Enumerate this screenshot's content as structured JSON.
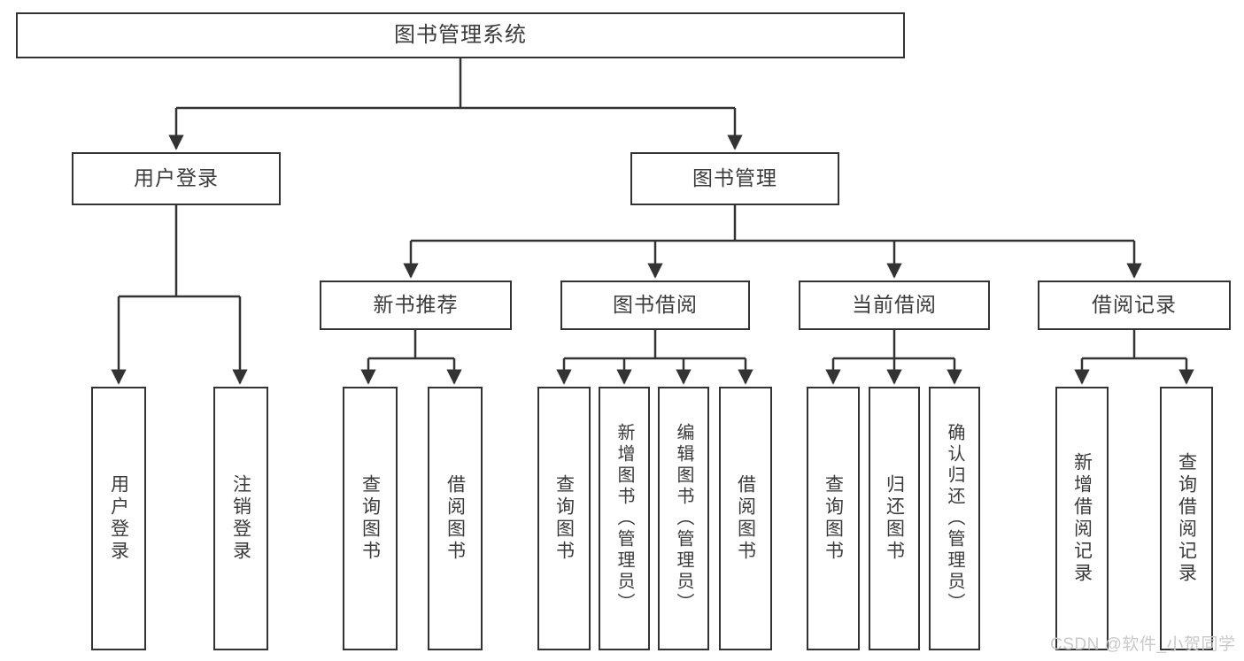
{
  "diagram": {
    "title": "图书管理系统",
    "type": "hierarchy-tree",
    "levels": 4,
    "stroke_color": "#333333",
    "text_color": "#3b3b3b",
    "background_color": "#ffffff"
  },
  "nodes": {
    "root": {
      "label": "图书管理系统"
    },
    "level2": [
      {
        "id": "user-login",
        "label": "用户登录"
      },
      {
        "id": "book-management",
        "label": "图书管理"
      }
    ],
    "level3": [
      {
        "id": "new-book-recommend",
        "label": "新书推荐"
      },
      {
        "id": "book-borrow",
        "label": "图书借阅"
      },
      {
        "id": "current-borrow",
        "label": "当前借阅"
      },
      {
        "id": "borrow-record",
        "label": "借阅记录"
      }
    ],
    "leaves": {
      "user_login": [
        {
          "id": "leaf-user-login",
          "label": "用户登录"
        },
        {
          "id": "leaf-logout",
          "label": "注销登录"
        }
      ],
      "new_book_recommend": [
        {
          "id": "leaf-query-book-1",
          "label": "查询图书"
        },
        {
          "id": "leaf-borrow-book-1",
          "label": "借阅图书"
        }
      ],
      "book_borrow": [
        {
          "id": "leaf-query-book-2",
          "label": "查询图书"
        },
        {
          "id": "leaf-add-book",
          "label": "新增图书（管理员）"
        },
        {
          "id": "leaf-edit-book",
          "label": "编辑图书（管理员）"
        },
        {
          "id": "leaf-borrow-book-2",
          "label": "借阅图书"
        }
      ],
      "current_borrow": [
        {
          "id": "leaf-query-book-3",
          "label": "查询图书"
        },
        {
          "id": "leaf-return-book",
          "label": "归还图书"
        },
        {
          "id": "leaf-confirm-return",
          "label": "确认归还（管理员）"
        }
      ],
      "borrow_record": [
        {
          "id": "leaf-add-record",
          "label": "新增借阅记录"
        },
        {
          "id": "leaf-query-record",
          "label": "查询借阅记录"
        }
      ]
    }
  },
  "watermark": {
    "text": "CSDN @软件_小贺同学"
  }
}
